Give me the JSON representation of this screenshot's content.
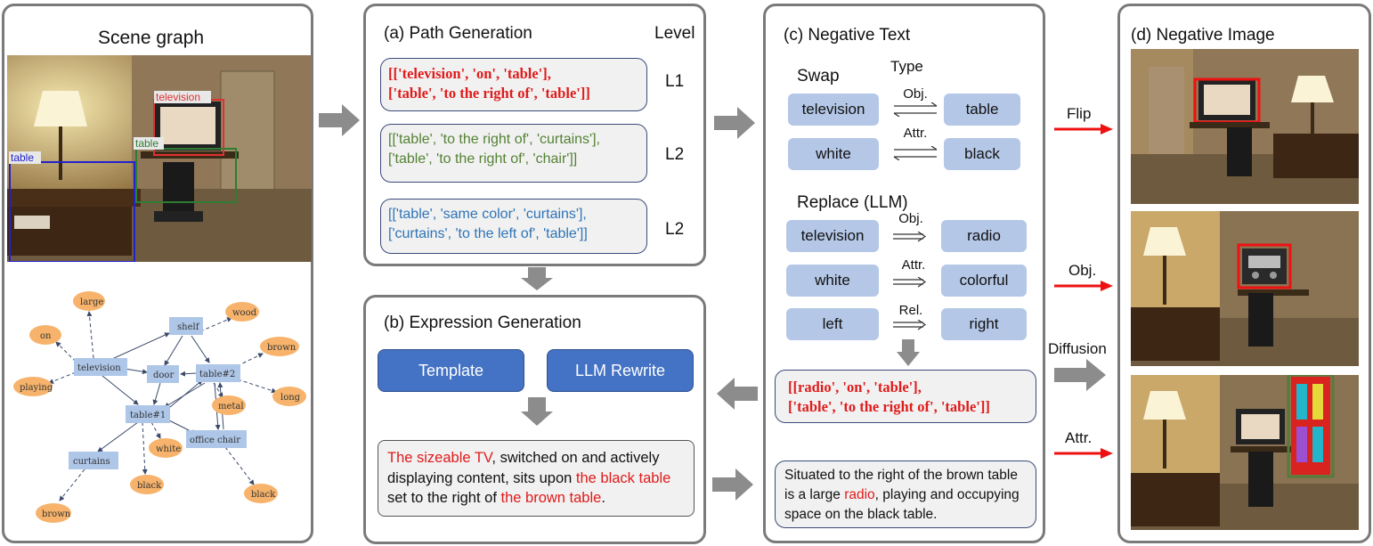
{
  "scene_graph": {
    "title": "Scene graph",
    "boxes": {
      "television": "television",
      "table_green": "table",
      "table_blue": "table"
    },
    "nodes": {
      "shelf": "shelf",
      "television": "television",
      "door": "door",
      "table2": "table#2",
      "table1": "table#1",
      "office_chair": "office chair",
      "curtains": "curtains",
      "large": "large",
      "on": "on",
      "playing": "playing",
      "wood": "wood",
      "brown1": "brown",
      "long": "long",
      "metal": "metal",
      "white": "white",
      "black1": "black",
      "black2": "black",
      "brown2": "brown"
    }
  },
  "path_generation": {
    "title": "(a) Path Generation",
    "level_header": "Level",
    "paths": [
      {
        "line1": "[['television', 'on', 'table'],",
        "line2": "['table', 'to the right of', 'table']]",
        "level": "L1"
      },
      {
        "line1": "[['table', 'to the right of', 'curtains'],",
        "line2": "['table', 'to the right of', 'chair']]",
        "level": "L2"
      },
      {
        "line1": "[['table', 'same color', 'curtains'],",
        "line2": "['curtains', 'to the left of', 'table']]",
        "level": "L2"
      }
    ]
  },
  "expression_generation": {
    "title": "(b) Expression Generation",
    "template_label": "Template",
    "llm_rewrite_label": "LLM Rewrite",
    "sentence": {
      "p1": "The sizeable TV",
      "p2": ", switched on and actively displaying content, sits upon ",
      "p3": "the black table",
      "p4": " set to the right of ",
      "p5": "the brown table",
      "p6": "."
    }
  },
  "negative_text": {
    "title": "(c) Negative Text",
    "swap_label": "Swap",
    "type_label": "Type",
    "swap_rows": [
      {
        "left": "television",
        "type": "Obj.",
        "right": "table"
      },
      {
        "left": "white",
        "type": "Attr.",
        "right": "black"
      }
    ],
    "replace_label": "Replace (LLM)",
    "replace_rows": [
      {
        "left": "television",
        "type": "Obj.",
        "right": "radio"
      },
      {
        "left": "white",
        "type": "Attr.",
        "right": "colorful"
      },
      {
        "left": "left",
        "type": "Rel.",
        "right": "right"
      }
    ],
    "result_line1": "[[radio', 'on', 'table'],",
    "result_line2": "['table', 'to the right of', 'table']]",
    "sentence": {
      "p1": "Situated to the right of the brown table is a large ",
      "p2": "radio",
      "p3": ", playing and occupying space on the black table."
    }
  },
  "negative_image": {
    "title": "(d) Negative Image",
    "flip_label": "Flip",
    "obj_label": "Obj.",
    "diffusion_label": "Diffusion",
    "attr_label": "Attr."
  },
  "colors": {
    "red": "#e01b1b",
    "green": "#548235",
    "blue": "#2e75b6",
    "chip": "#b4c7e7",
    "button": "#4472c4",
    "panel_border": "#7a7a7a"
  }
}
